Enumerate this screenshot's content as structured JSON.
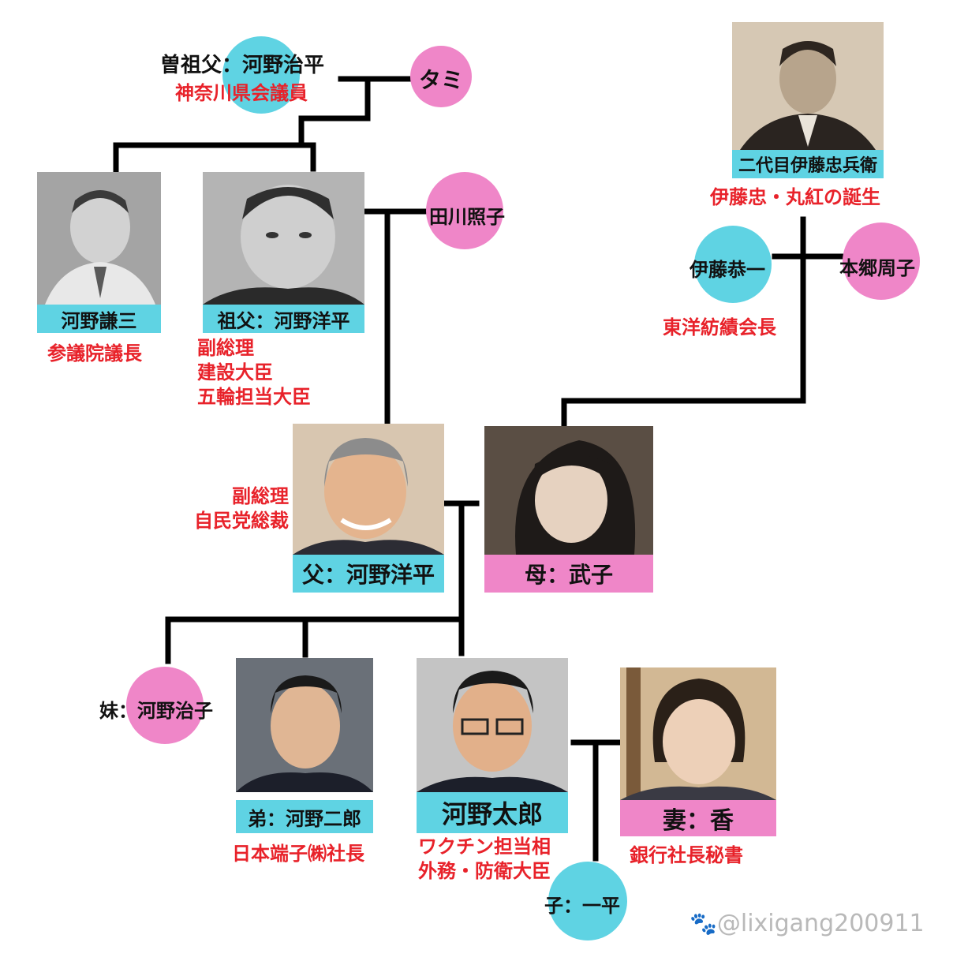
{
  "colors": {
    "male": "#5fd3e3",
    "female": "#ef86c8",
    "role_text": "#e8222a",
    "line": "#000000"
  },
  "people": {
    "great_grandfather": {
      "name": "曽祖父：河野治平",
      "role": "神奈川県会議員"
    },
    "great_grandmother": {
      "name": "タミ"
    },
    "kenzo": {
      "name": "河野謙三",
      "role": "参議院議長"
    },
    "grandfather": {
      "name": "祖父：河野洋平",
      "roles": [
        "副総理",
        "建設大臣",
        "五輪担当大臣"
      ]
    },
    "grandmother": {
      "name": "田川照子"
    },
    "chubei": {
      "name": "二代目伊藤忠兵衛",
      "role": "伊藤忠・丸紅の誕生"
    },
    "kyoichi": {
      "name": "伊藤恭一",
      "role": "東洋紡績会長"
    },
    "shuko": {
      "name": "本郷周子"
    },
    "father": {
      "name": "父：河野洋平",
      "roles": [
        "副総理",
        "自民党総裁"
      ]
    },
    "mother": {
      "name": "母：武子"
    },
    "sister": {
      "name": "妹：河野治子"
    },
    "brother": {
      "name": "弟：河野二郎",
      "role": "日本端子㈱社長"
    },
    "taro": {
      "name": "河野太郎",
      "roles": [
        "ワクチン担当相",
        "外務・防衛大臣"
      ]
    },
    "wife": {
      "name": "妻：香",
      "role": "銀行社長秘書"
    },
    "son": {
      "name": "子：一平"
    }
  },
  "watermark": "@lixigang200911",
  "icons": {
    "watermark_icon": "paw-icon"
  }
}
